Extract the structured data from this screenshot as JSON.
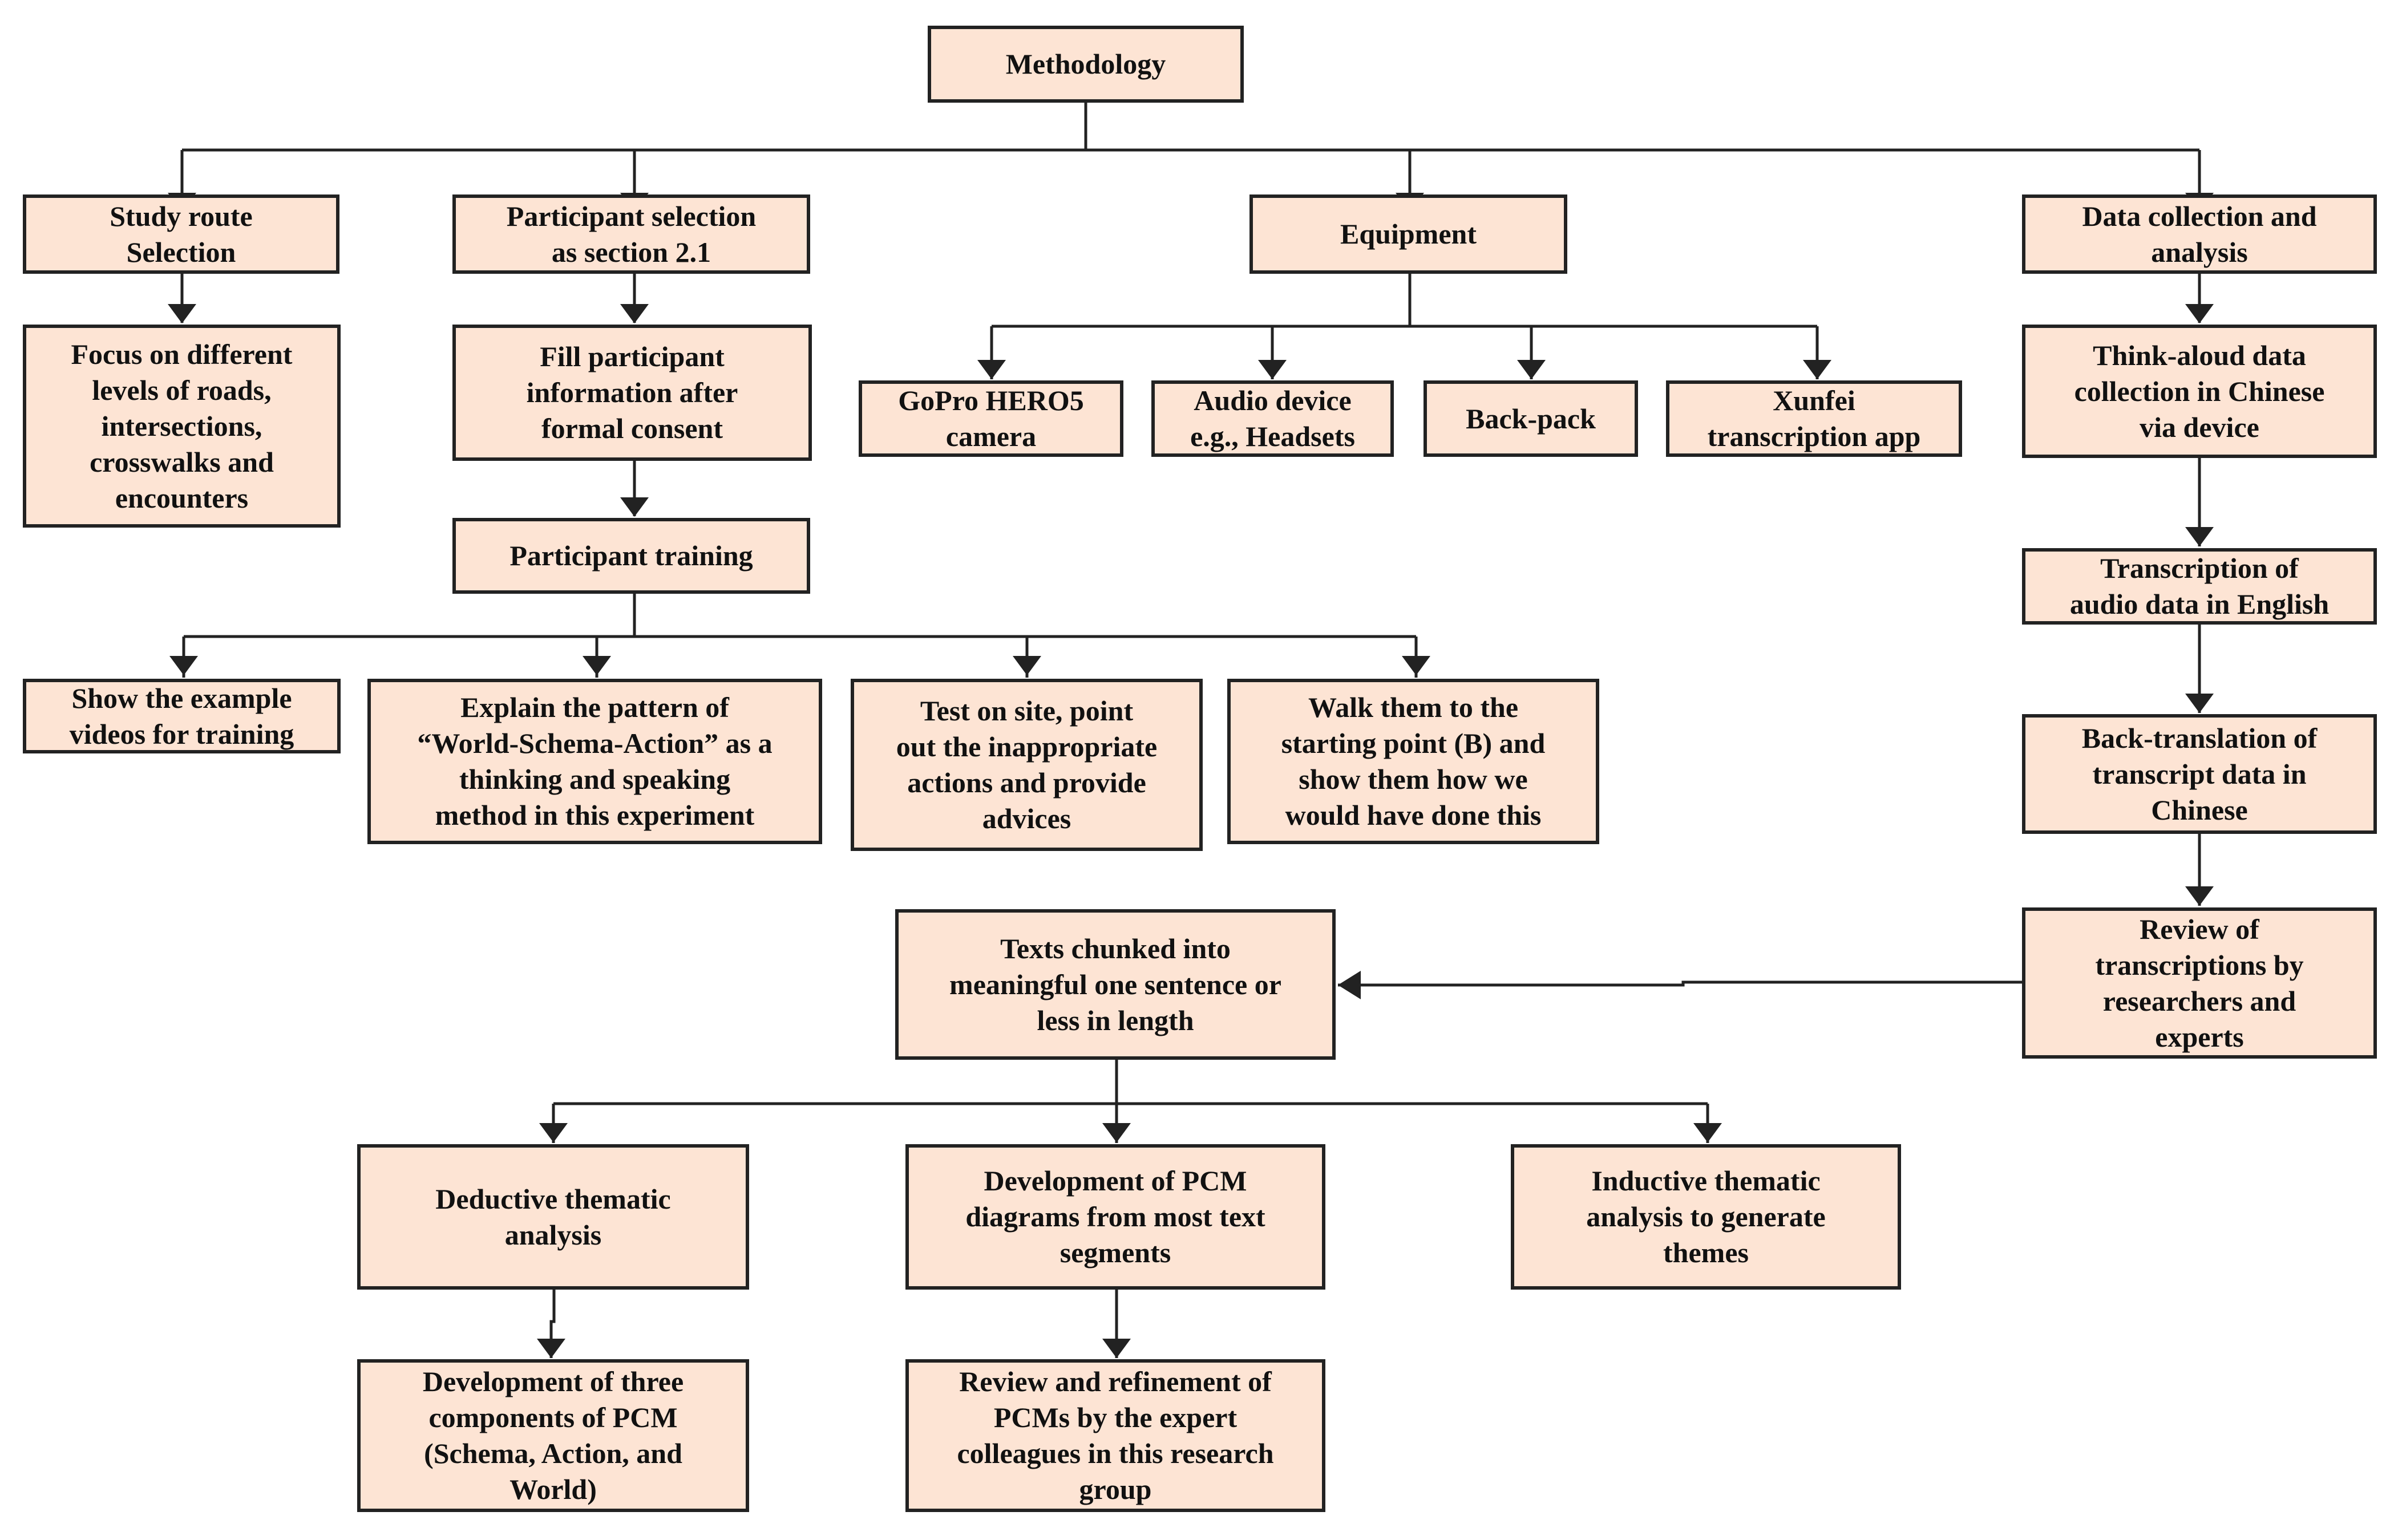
{
  "diagram": {
    "nodes": {
      "methodology": "Methodology",
      "route_selection": "Study route\nSelection",
      "route_focus": "Focus on different\nlevels of roads,\nintersections,\ncrosswalks and\nencounters",
      "participant_selection": "Participant selection\nas section 2.1",
      "fill_info": "Fill participant\ninformation after\nformal consent",
      "participant_training": "Participant training",
      "equipment": "Equipment",
      "gopro": "GoPro HERO5\ncamera",
      "audio_device": "Audio device\ne.g., Headsets",
      "backpack": "Back-pack",
      "xunfei": "Xunfei\ntranscription app",
      "data_collection": "Data collection and\nanalysis",
      "think_aloud": "Think-aloud data\ncollection in Chinese\nvia device",
      "transcription": "Transcription of\naudio data in English",
      "back_translation": "Back-translation of\ntranscript data in\nChinese",
      "review_transcriptions": "Review of\ntranscriptions by\nresearchers and\nexperts",
      "show_videos": "Show the example\nvideos for training",
      "explain_pattern": "Explain the pattern of\n“World-Schema-Action” as a\nthinking and speaking\nmethod in this experiment",
      "test_on_site": "Test on site, point\nout the inappropriate\nactions and provide\nadvices",
      "walk_them": "Walk them to the\nstarting point (B) and\nshow them how we\nwould have done this",
      "texts_chunked": "Texts chunked into\nmeaningful one sentence or\nless in length",
      "deductive": "Deductive thematic\nanalysis",
      "pcm_diagrams": "Development of PCM\ndiagrams from most text\nsegments",
      "inductive": "Inductive thematic\nanalysis to generate\nthemes",
      "three_components": "Development of three\ncomponents of PCM\n(Schema, Action, and\nWorld)",
      "review_refinement": "Review and refinement of\nPCMs by the expert\ncolleagues in this research\ngroup"
    },
    "colors": {
      "box_fill": "#fde4d4",
      "box_border": "#222222",
      "line": "#222222",
      "text": "#111111"
    }
  }
}
